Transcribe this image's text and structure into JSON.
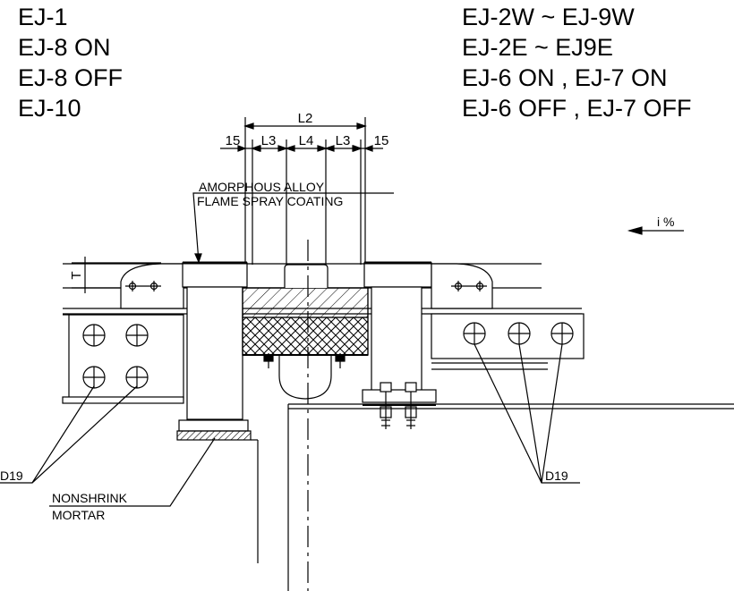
{
  "left_labels": [
    "EJ-1",
    "EJ-8 ON",
    "EJ-8 OFF",
    "EJ-10"
  ],
  "right_labels": [
    "EJ-2W ~ EJ-9W",
    "EJ-2E ~ EJ9E",
    "EJ-6 ON , EJ-7 ON",
    "EJ-6 OFF , EJ-7 OFF"
  ],
  "dimensions": {
    "overall": "L2",
    "edge_left": "15",
    "edge_right": "15",
    "l3_left": "L3",
    "l4": "L4",
    "l3_right": "L3",
    "thickness": "T"
  },
  "slope": "i %",
  "callouts": {
    "coating_line1": "AMORPHOUS ALLOY",
    "coating_line2": "FLAME SPRAY COATING",
    "mortar_line1": "NONSHRINK",
    "mortar_line2": "MORTAR",
    "bolt_left": "D19",
    "bolt_right": "D19"
  }
}
